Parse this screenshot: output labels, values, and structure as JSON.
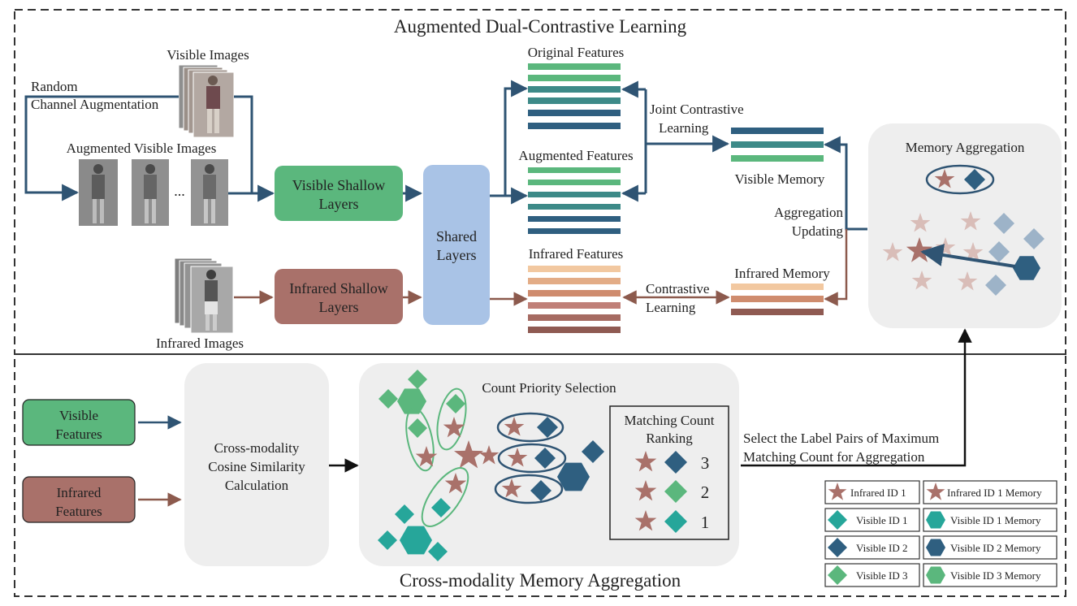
{
  "top_title": "Augmented Dual-Contrastive Learning",
  "bottom_title": "Cross-modality Memory Aggregation",
  "inputs": {
    "visible_images": "Visible Images",
    "random_aug_line1": "Random",
    "random_aug_line2": "Channel Augmentation",
    "augmented_visible_images": "Augmented Visible Images",
    "ellipsis": "...",
    "infrared_images": "Infrared Images"
  },
  "layers": {
    "visible_shallow_line1": "Visible Shallow",
    "visible_shallow_line2": "Layers",
    "infrared_shallow_line1": "Infrared Shallow",
    "infrared_shallow_line2": "Layers",
    "shared_line1": "Shared",
    "shared_line2": "Layers"
  },
  "features": {
    "original": "Original Features",
    "augmented": "Augmented Features",
    "infrared": "Infrared Features"
  },
  "learning": {
    "joint_line1": "Joint Contrastive",
    "joint_line2": "Learning",
    "contrastive_line1": "Contrastive",
    "contrastive_line2": "Learning"
  },
  "memory": {
    "visible": "Visible Memory",
    "infrared": "Infrared Memory",
    "aggregation_line1": "Aggregation",
    "aggregation_line2": "Updating",
    "memory_aggregation": "Memory Aggregation"
  },
  "bottom": {
    "visible_features_line1": "Visible",
    "visible_features_line2": "Features",
    "infrared_features_line1": "Infrared",
    "infrared_features_line2": "Features",
    "cross_line1": "Cross-modality",
    "cross_line2": "Cosine Similarity",
    "cross_line3": "Calculation",
    "count_priority": "Count Priority Selection",
    "ranking_line1": "Matching Count",
    "ranking_line2": "Ranking",
    "rank_3": "3",
    "rank_2": "2",
    "rank_1": "1",
    "select_line1": "Select the Label Pairs of Maximum",
    "select_line2": "Matching Count for Aggregation"
  },
  "legend": [
    {
      "left": "Infrared ID 1",
      "right": "Infrared ID 1 Memory"
    },
    {
      "left": "Visible ID 1",
      "right": "Visible ID 1 Memory"
    },
    {
      "left": "Visible ID 2",
      "right": "Visible ID 2 Memory"
    },
    {
      "left": "Visible ID 3",
      "right": "Visible ID 3 Memory"
    }
  ],
  "colors": {
    "visible_green": "#5bb77d",
    "infrared_brown": "#a9716a",
    "shared_blue": "#a9c3e6",
    "arrow_blue": "#2f5473",
    "arrow_brown": "#8c5a4d",
    "panel_gray": "#eeeeee"
  }
}
